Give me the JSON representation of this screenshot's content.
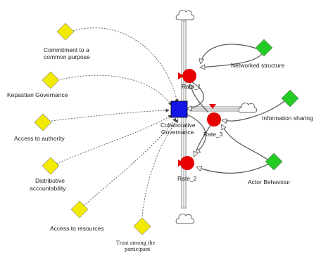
{
  "diagram": {
    "center_stock": {
      "label_line1": "Collaborative",
      "label_line2": "Governance",
      "color": "#1414e6"
    },
    "rates": [
      {
        "label": "Rate_1",
        "color": "#e60000"
      },
      {
        "label": "Rate_2",
        "color": "#e60000"
      },
      {
        "label": "Rate_3",
        "color": "#e60000"
      }
    ],
    "yellow_variables": [
      {
        "line1": "Commitment to a",
        "line2": "common purpose"
      },
      {
        "line1": "Kepastian Governance",
        "line2": ""
      },
      {
        "line1": "Access to authority",
        "line2": ""
      },
      {
        "line1": "Distributive",
        "line2": "accountability"
      },
      {
        "line1": "Access to resources",
        "line2": ""
      },
      {
        "line1": "Trust among the",
        "line2": "participant"
      }
    ],
    "green_variables": [
      {
        "label": "Networked structure"
      },
      {
        "label": "Information sharing"
      },
      {
        "label": "Actor Behaviour"
      }
    ],
    "colors": {
      "yellow": "#f2ea00",
      "green": "#22cc22",
      "red": "#e60000",
      "blue": "#1414e6",
      "flow": "#a9a9a9",
      "link": "#555555"
    },
    "icons": [
      "cloud-icon",
      "valve-icon",
      "diamond-icon",
      "square-icon",
      "circle-icon"
    ]
  }
}
